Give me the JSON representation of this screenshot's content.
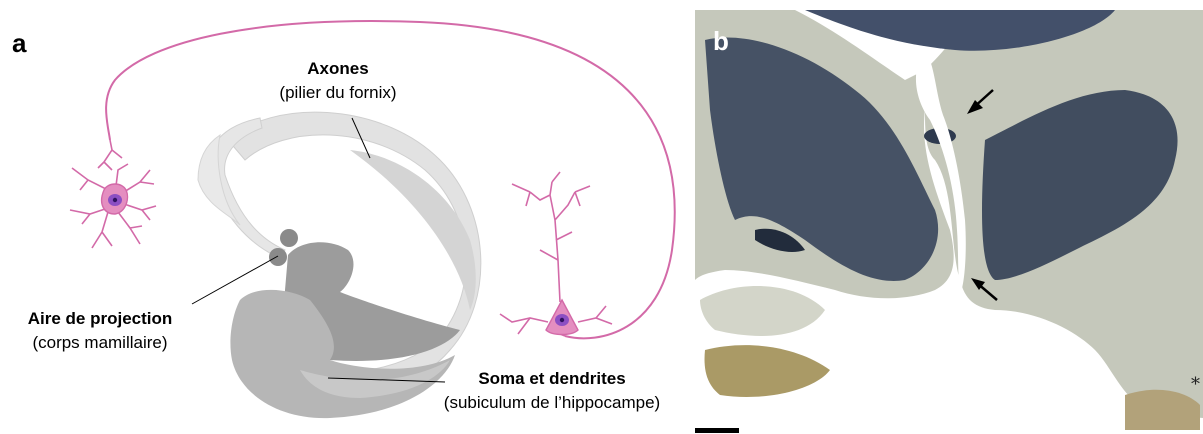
{
  "panel_a": {
    "letter": "a",
    "axones": {
      "title": "Axones",
      "subtitle": "(pilier du fornix)"
    },
    "aire": {
      "title": "Aire de projection",
      "subtitle": "(corps mamillaire)"
    },
    "soma": {
      "title": "Soma et dendrites",
      "subtitle": "(subiculum de l’hippocampe)"
    },
    "colors": {
      "neuron": "#d36aa8",
      "neuron_body": "#e48ec0",
      "nucleus": "#7a3fb3",
      "fornix": "#dcdcdc",
      "hippocampus": "#a8a8a8"
    }
  },
  "panel_b": {
    "letter": "b",
    "asterisk": "*",
    "arrow_icons": [
      "arrow-upper",
      "arrow-lower"
    ],
    "colors": {
      "myelin": "#2d3a4f",
      "tissue": "#c9ccbf"
    }
  }
}
